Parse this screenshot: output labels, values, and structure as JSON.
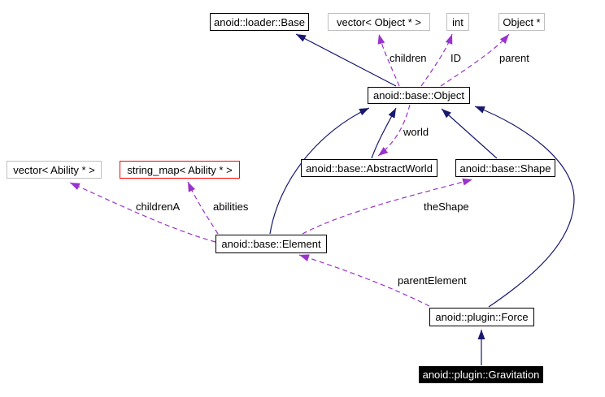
{
  "nodes": {
    "loader_base": {
      "label": "anoid::loader::Base"
    },
    "vector_object": {
      "label": "vector< Object * >"
    },
    "int_type": {
      "label": "int"
    },
    "object_ptr": {
      "label": "Object *"
    },
    "base_object": {
      "label": "anoid::base::Object"
    },
    "vector_ability": {
      "label": "vector< Ability * >"
    },
    "string_map_ability": {
      "label": "string_map< Ability * >"
    },
    "abstract_world": {
      "label": "anoid::base::AbstractWorld"
    },
    "shape": {
      "label": "anoid::base::Shape"
    },
    "element": {
      "label": "anoid::base::Element"
    },
    "force": {
      "label": "anoid::plugin::Force"
    },
    "gravitation": {
      "label": "anoid::plugin::Gravitation"
    }
  },
  "edge_labels": {
    "children": "children",
    "id": "ID",
    "parent": "parent",
    "world": "world",
    "childrenA": "childrenA",
    "abilities": "abilities",
    "theShape": "theShape",
    "parentElement": "parentElement"
  },
  "colors": {
    "inheritance": "#191970",
    "usage": "#9a32cd",
    "external_border": "#c0c0c0",
    "truncated_border": "#ff0000",
    "current_bg": "#000000",
    "current_fg": "#ffffff",
    "node_border": "#000000",
    "bg": "#ffffff"
  }
}
